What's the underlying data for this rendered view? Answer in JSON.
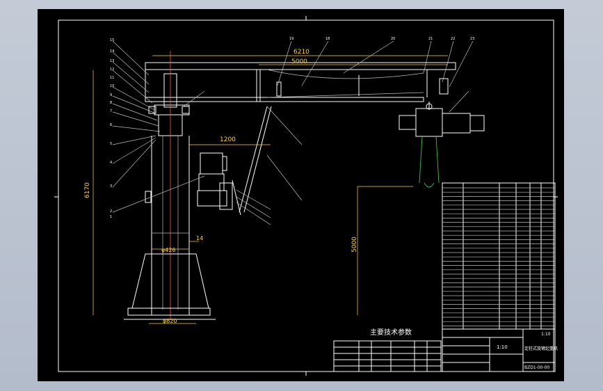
{
  "drawing": {
    "dims": {
      "span_total": "6210",
      "span_outreach": "5000",
      "inner_width": "1200",
      "height_total": "6170",
      "lift_height": "5000",
      "column_dia": "φ426",
      "base_dia": "φ820",
      "wall": "14"
    },
    "tech_params": {
      "title": "主要技术参数"
    },
    "title_block": {
      "scale_label": "1:10",
      "part_name": "定柱式旋臂起重机",
      "drawing_no": "BZD1-00-00",
      "sheet_label": "1:10"
    },
    "balloons_left": [
      "15",
      "14",
      "13",
      "12",
      "11",
      "10",
      "9",
      "8",
      "7",
      "6",
      "5",
      "4",
      "3",
      "2",
      "1"
    ],
    "balloons_top": [
      "19",
      "18",
      "20",
      "21",
      "22",
      "23"
    ],
    "colors": {
      "frame": "#ffffff",
      "dim": "#ffd23c",
      "leader": "#bdbdbd",
      "centerline": "#ff5050",
      "hook": "#39c34a"
    }
  }
}
